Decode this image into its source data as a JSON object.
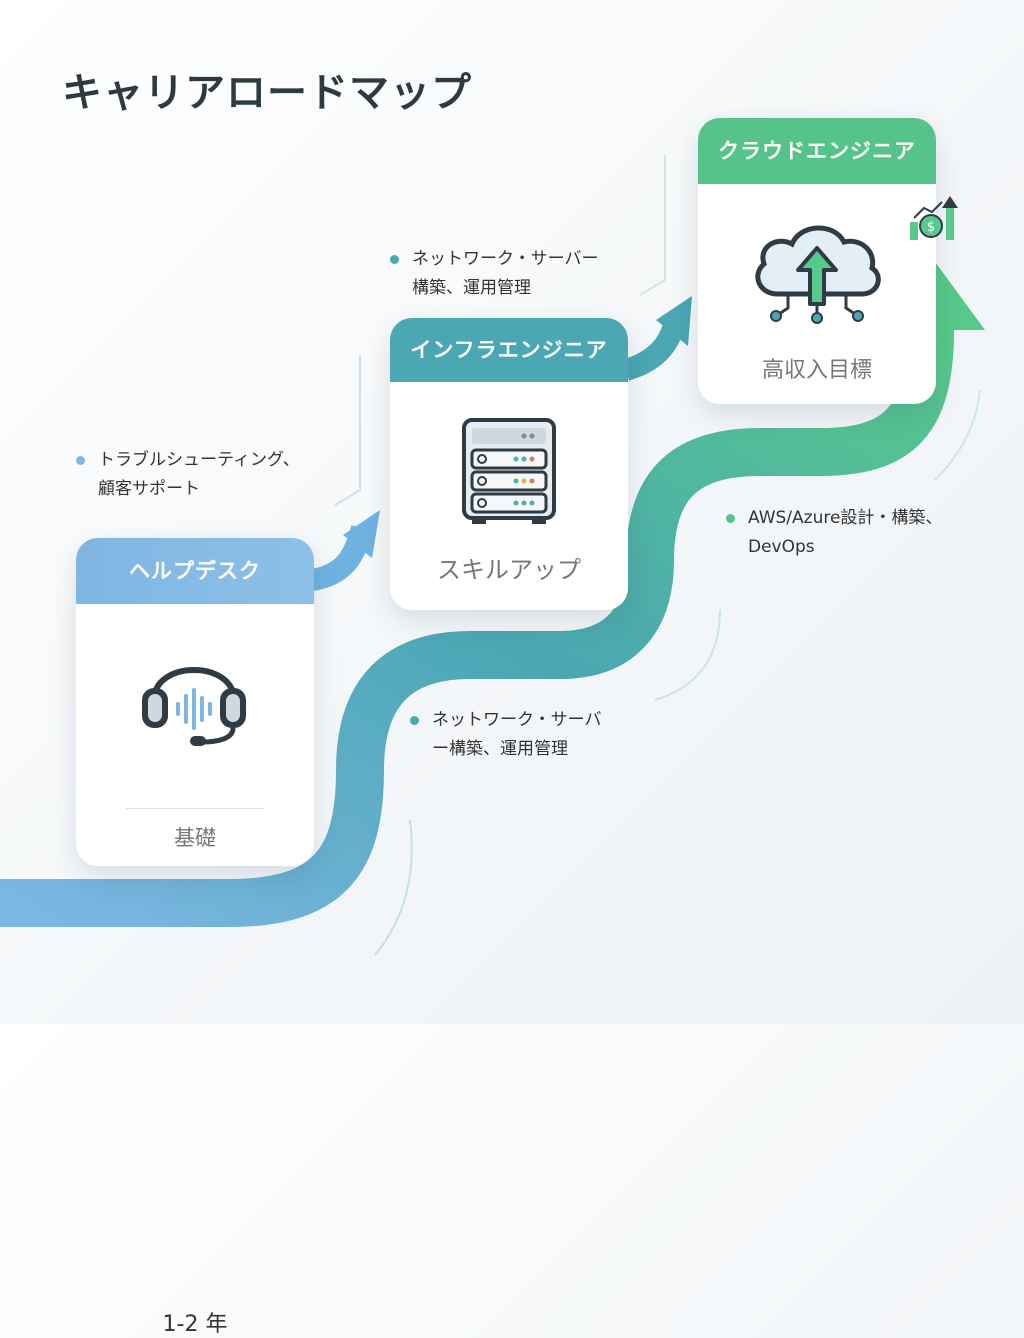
{
  "title": "キャリアロードマップ",
  "stages": [
    {
      "name": "ヘルプデスク",
      "icon": "headset-icon",
      "years": "1-2 年",
      "label": "基礎",
      "color": "#7fb6e2",
      "note": [
        "トラブルシューティング、",
        "顧客サポート"
      ]
    },
    {
      "name": "インフラエンジニア",
      "icon": "server-icon",
      "label": "スキルアップ",
      "color": "#4aa7b3",
      "note": [
        "ネットワーク・サーバー",
        "構築、運用管理"
      ]
    },
    {
      "name": "クラウドエンジニア",
      "icon": "cloud-upload-icon",
      "label": "高収入目標",
      "color": "#55c38a",
      "note": [
        "AWS/Azure設計・構築、",
        "DevOps"
      ]
    }
  ],
  "path_note": [
    "ネットワーク・サーバ",
    "ー構築、運用管理"
  ],
  "income_icon": "money-growth-icon"
}
